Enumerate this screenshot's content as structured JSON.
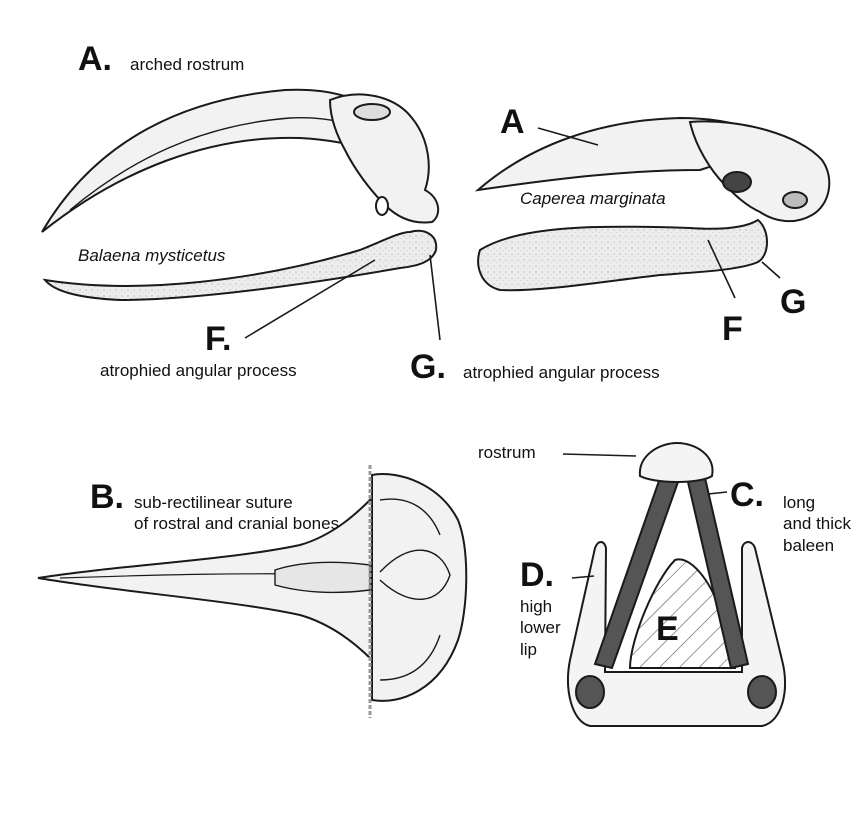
{
  "panel_a": {
    "letter": "A.",
    "caption": "arched rostrum",
    "species": "Balaena mysticetus",
    "f_letter": "F.",
    "f_caption": "atrophied angular process",
    "g_letter": "G.",
    "g_caption": "atrophied angular process"
  },
  "panel_a_right": {
    "letter": "A",
    "species": "Caperea marginata",
    "f_letter": "F",
    "g_letter": "G"
  },
  "panel_b": {
    "letter": "B.",
    "caption": "sub-rectilinear suture\nof rostral and cranial bones"
  },
  "panel_cde": {
    "rostrum_label": "rostrum",
    "c_letter": "C.",
    "c_caption": "long\nand thick\nbaleen",
    "d_letter": "D.",
    "d_caption": "high\nlower\nlip",
    "e_letter": "E"
  },
  "colors": {
    "bone_fill": "#f0f0f0",
    "outline": "#1a1a1a",
    "dark_fill": "#555555"
  }
}
